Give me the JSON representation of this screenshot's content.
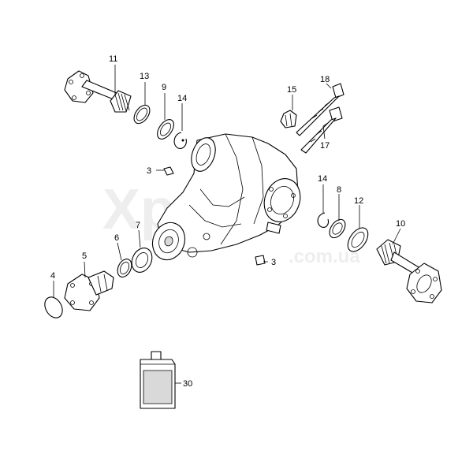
{
  "watermark": {
    "main": "Xparts",
    "sub": ".com.ua",
    "color": "#eeeeee"
  },
  "callouts": {
    "c11": "11",
    "c13": "13",
    "c9": "9",
    "c14a": "14",
    "c15": "15",
    "c18": "18",
    "c17": "17",
    "c3a": "3",
    "c3b": "3",
    "c14b": "14",
    "c8": "8",
    "c12": "12",
    "c10": "10",
    "c7": "7",
    "c6": "6",
    "c5": "5",
    "c4": "4",
    "c30": "30"
  }
}
